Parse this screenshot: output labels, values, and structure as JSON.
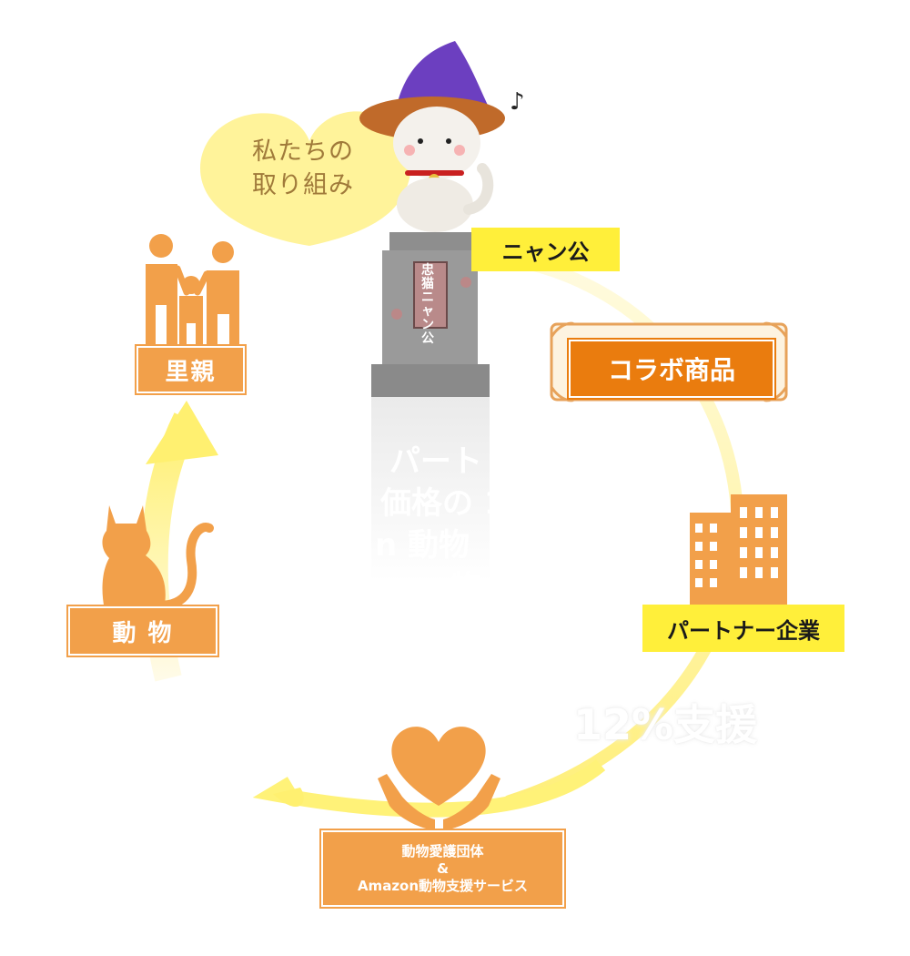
{
  "bubble": {
    "line1": "私たちの",
    "line2": "取り組み"
  },
  "statue": {
    "plate": "忠猫ニャン公"
  },
  "nodes": {
    "nyankou": "ニャン公",
    "collab": "コラボ商品",
    "partner": "パートナー企業",
    "support": "12%支援",
    "org_line1": "動物愛護団体",
    "org_line2": "&",
    "org_line3": "Amazon動物支援サービス",
    "animal": "動 物",
    "foster": "里親"
  },
  "ghost_text": {
    "l1": "パート",
    "l2": "価格の 1",
    "l3": "n 動物",
    "l4": "物"
  },
  "colors": {
    "orange": "#f2a04a",
    "dark_orange": "#e87c10",
    "yellow": "#ffef3a",
    "arrow": "#fff3a0"
  }
}
